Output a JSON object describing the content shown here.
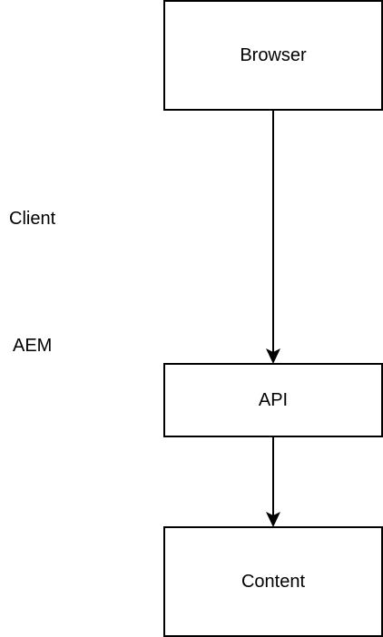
{
  "nodes": {
    "browser": "Browser",
    "api": "API",
    "content": "Content"
  },
  "layers": {
    "client": "Client",
    "aem": "AEM"
  },
  "colors": {
    "stroke": "#000000",
    "fill": "#ffffff"
  }
}
